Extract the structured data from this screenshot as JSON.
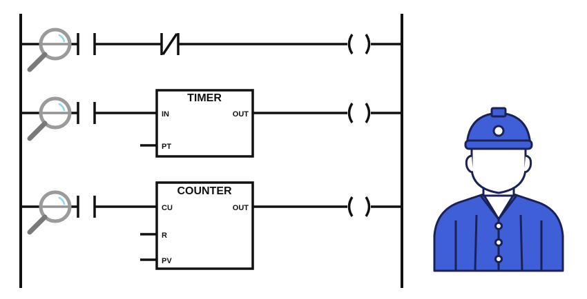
{
  "colors": {
    "line": "#111111",
    "magnifier_ring": "#9a9a9a",
    "magnifier_handle": "#7a7a7a",
    "magnifier_glint": "#8fd3ee",
    "worker_fill": "#3f5fd8",
    "worker_outline": "#1a2255",
    "face_fill": "#ffffff"
  },
  "rungs": [
    {
      "contacts": [
        "normally-open",
        "normally-closed"
      ],
      "coil": "coil",
      "magnifier": "magnifier-icon"
    },
    {
      "contacts": [
        "normally-open"
      ],
      "block": {
        "title": "TIMER",
        "inputs": [
          "IN",
          "PT"
        ],
        "output": "OUT"
      },
      "coil": "coil",
      "magnifier": "magnifier-icon"
    },
    {
      "contacts": [
        "normally-open"
      ],
      "block": {
        "title": "COUNTER",
        "inputs": [
          "CU",
          "R",
          "PV"
        ],
        "output": "OUT"
      },
      "coil": "coil",
      "magnifier": "magnifier-icon"
    }
  ],
  "worker": {
    "icon": "engineer-worker-icon"
  }
}
